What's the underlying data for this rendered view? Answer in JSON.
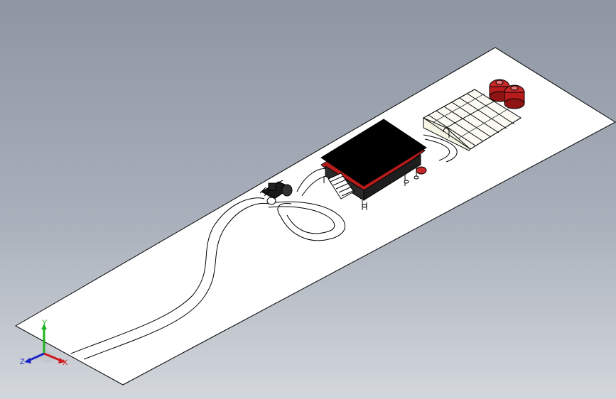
{
  "viewport": {
    "background_top": "#8e96a3",
    "background_bottom": "#d3d7dc"
  },
  "scene": {
    "ground_plane_color": "#ffffff",
    "outline_color": "#000000",
    "barn_roof_color": "#000000",
    "accent_red": "#b71c1c",
    "silo_red": "#c62828",
    "greenhouse_fill": "#fbfbf3",
    "objects": [
      "ground-plane",
      "road",
      "tractor",
      "barn",
      "greenhouse",
      "silos"
    ]
  },
  "triad": {
    "x_label": "X",
    "y_label": "Y",
    "z_label": "Z",
    "x_color": "#d0191c",
    "y_color": "#1db51d",
    "z_color": "#1c24c8"
  }
}
